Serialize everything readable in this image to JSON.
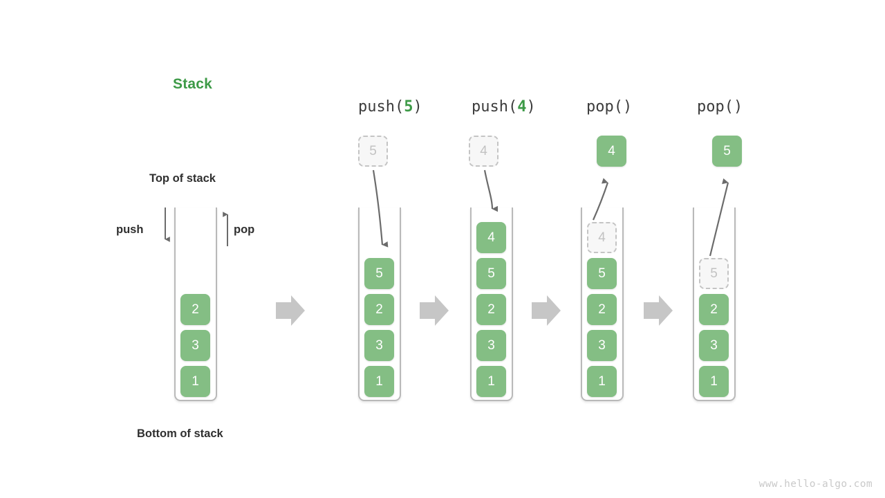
{
  "title": "Stack",
  "labels": {
    "top_of_stack": "Top of stack",
    "bottom_of_stack": "Bottom of stack",
    "push": "push",
    "pop": "pop"
  },
  "watermark": "www.hello-algo.com",
  "colors": {
    "accent_green": "#3d9a47",
    "cell_green": "#84be84",
    "ghost_gray": "#c2c2c2",
    "tube_border": "#b9b9b9",
    "arrow_gray": "#c6c6c6",
    "curve_gray": "#6b6b6b",
    "text_dark": "#2f2f2f",
    "watermark_gray": "#c9c9c9"
  },
  "stages": [
    {
      "id": "initial",
      "op_prefix": "",
      "op_arg": "",
      "op_suffix": "",
      "cells": [
        "2",
        "3",
        "1"
      ],
      "floating": null,
      "ghost_in_stack": null
    },
    {
      "id": "push-5",
      "op_prefix": "push(",
      "op_arg": "5",
      "op_suffix": ")",
      "cells": [
        "5",
        "2",
        "3",
        "1"
      ],
      "floating": {
        "value": "5",
        "kind": "ghost",
        "direction": "in"
      },
      "ghost_in_stack": null
    },
    {
      "id": "push-4",
      "op_prefix": "push(",
      "op_arg": "4",
      "op_suffix": ")",
      "cells": [
        "4",
        "5",
        "2",
        "3",
        "1"
      ],
      "floating": {
        "value": "4",
        "kind": "ghost",
        "direction": "in"
      },
      "ghost_in_stack": null
    },
    {
      "id": "pop-1",
      "op_prefix": "pop(",
      "op_arg": "",
      "op_suffix": ")",
      "cells": [
        "5",
        "2",
        "3",
        "1"
      ],
      "floating": {
        "value": "4",
        "kind": "solid",
        "direction": "out"
      },
      "ghost_in_stack": {
        "value": "4"
      }
    },
    {
      "id": "pop-2",
      "op_prefix": "pop(",
      "op_arg": "",
      "op_suffix": ")",
      "cells": [
        "2",
        "3",
        "1"
      ],
      "floating": {
        "value": "5",
        "kind": "solid",
        "direction": "out"
      },
      "ghost_in_stack": {
        "value": "5"
      }
    }
  ],
  "transition_arrows": 4
}
